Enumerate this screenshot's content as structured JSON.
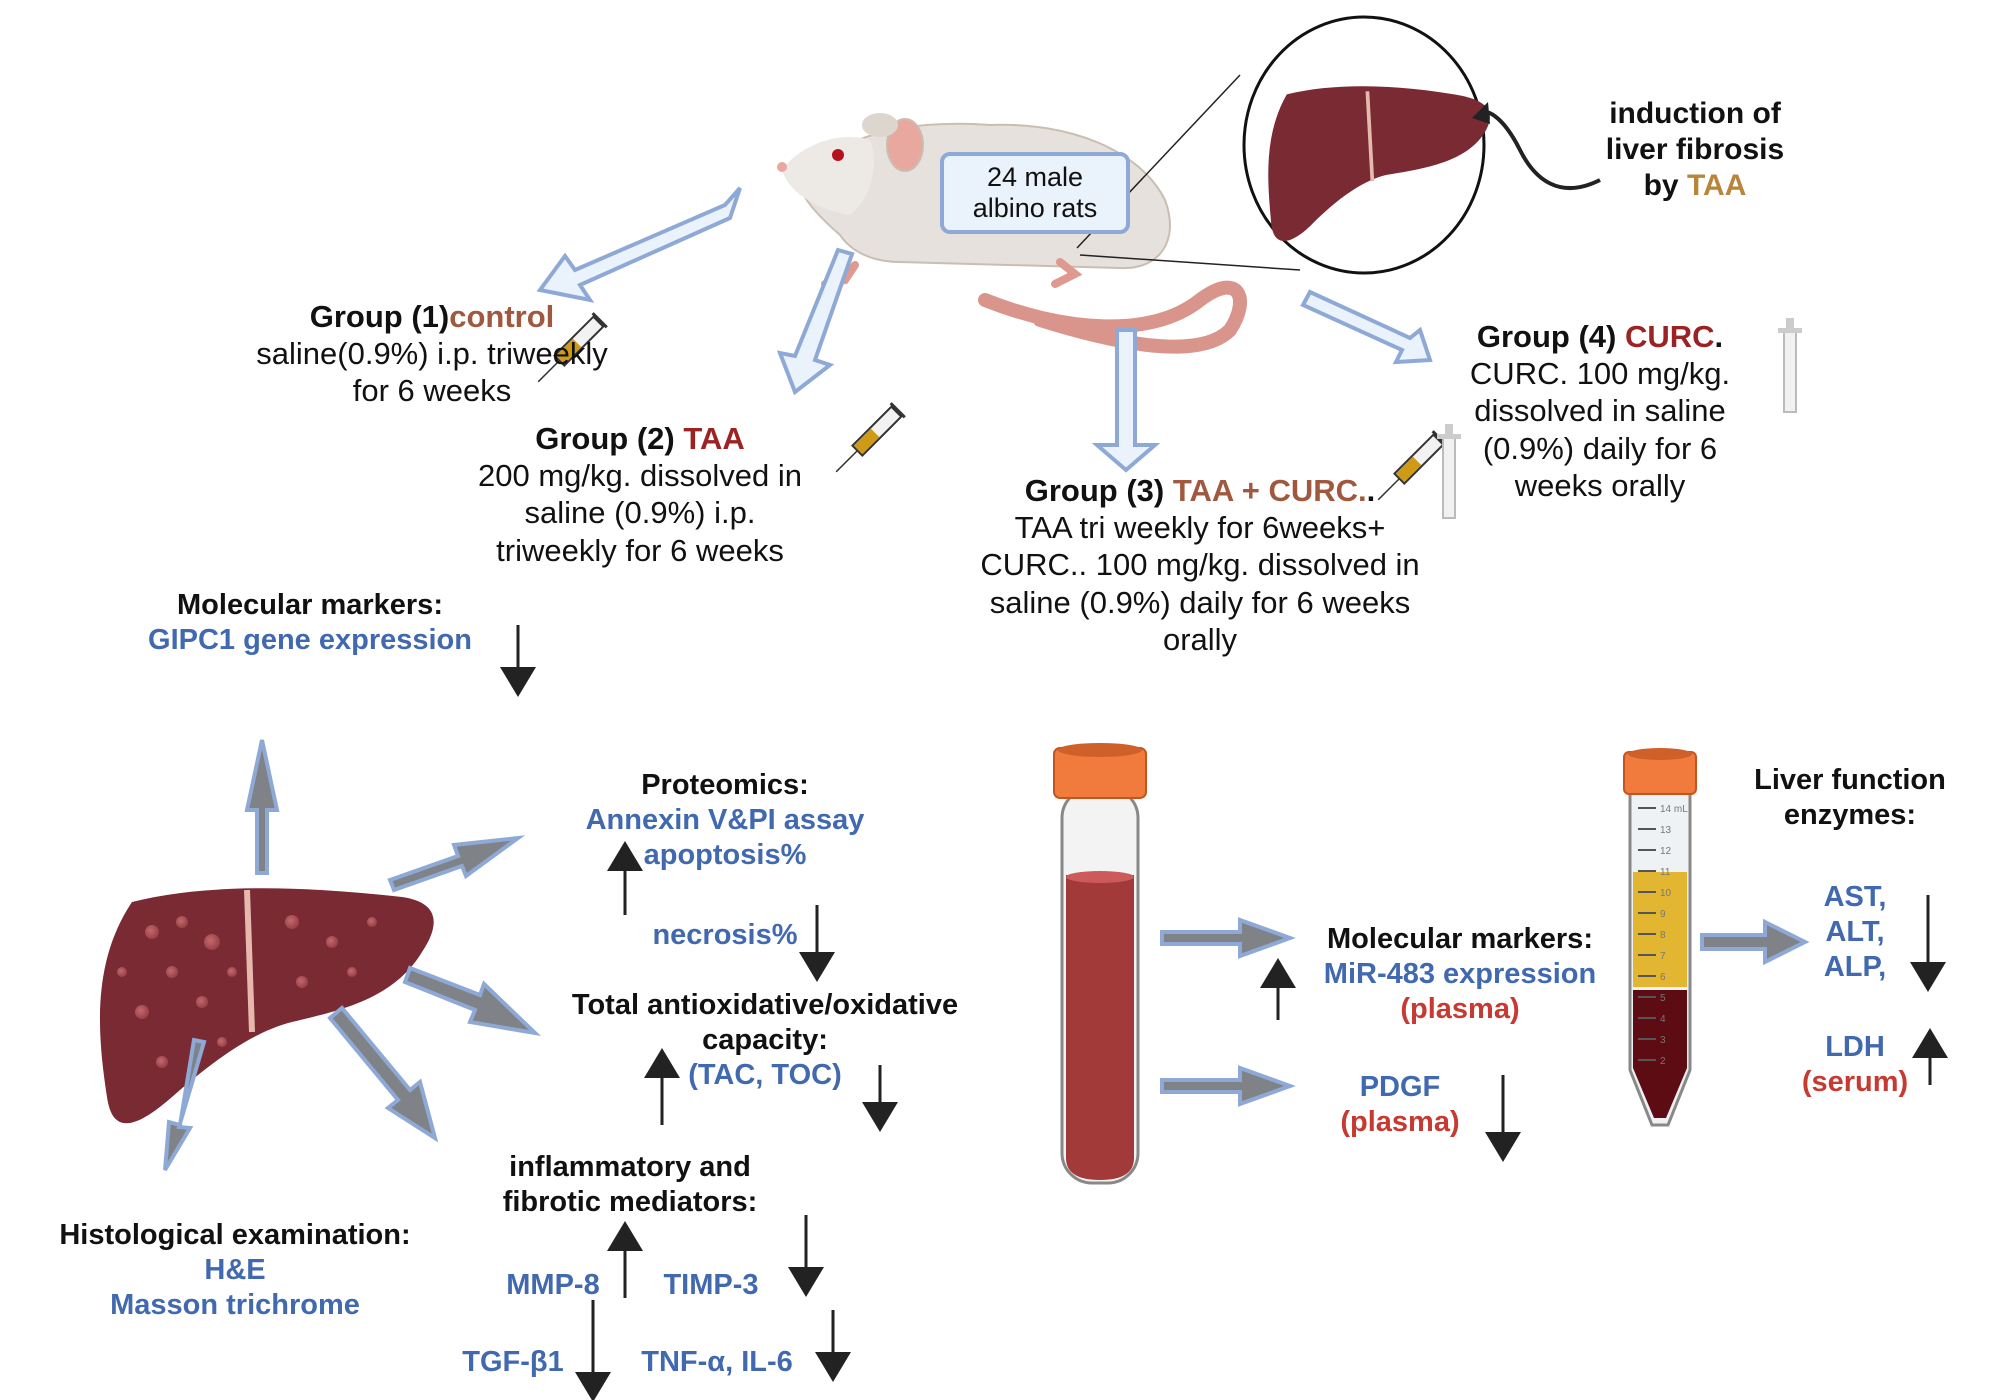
{
  "rat_label": {
    "line1": "24 male",
    "line2": "albino rats"
  },
  "induction": {
    "line1": "induction of",
    "line2": "liver fibrosis",
    "line3_prefix": "by ",
    "line3_highlight": "TAA"
  },
  "groups": [
    {
      "title_prefix": "Group (1)",
      "title_highlight": "control",
      "lines": [
        "saline(0.9%) i.p. triweekly",
        "for 6 weeks"
      ]
    },
    {
      "title_prefix": "Group (2) ",
      "title_highlight": "TAA",
      "lines": [
        "200 mg/kg. dissolved in",
        "saline (0.9%)  i.p.",
        "triweekly for 6 weeks"
      ]
    },
    {
      "title_prefix": "Group (3) ",
      "title_highlight": "TAA + CURC.",
      "title_suffix": ".",
      "lines": [
        "TAA tri weekly for 6weeks+",
        "CURC.. 100 mg/kg. dissolved in",
        "saline (0.9%) daily for 6 weeks",
        "orally"
      ]
    },
    {
      "title_prefix": "Group (4) ",
      "title_highlight": "CURC",
      "title_suffix": ".",
      "lines": [
        "CURC. 100 mg/kg.",
        "dissolved in saline",
        "(0.9%) daily for 6",
        "weeks orally"
      ]
    }
  ],
  "liver_outcomes": {
    "molecular": {
      "title": "Molecular markers:",
      "item": "GIPC1 gene expression",
      "trend": "down"
    },
    "proteomics": {
      "title": "Proteomics:",
      "assay": "Annexin V&PI assay",
      "apoptosis": "apoptosis%",
      "apoptosis_trend": "up",
      "necrosis": "necrosis%",
      "necrosis_trend": "down"
    },
    "oxidative": {
      "title1": "Total antioxidative/oxidative",
      "title2": "capacity:",
      "item": "(TAC, TOC)",
      "trend_tac": "up",
      "trend_toc": "down"
    },
    "inflammatory": {
      "title1": "inflammatory  and",
      "title2": "fibrotic mediators:",
      "items": [
        {
          "label": "MMP-8",
          "trend": "up"
        },
        {
          "label": "TIMP-3",
          "trend": "down"
        },
        {
          "label": "TGF-β1",
          "trend": "down"
        },
        {
          "label": "TNF-α, IL-6",
          "trend": "down"
        }
      ]
    },
    "histology": {
      "title": "Histological examination:",
      "items": [
        "H&E",
        "Masson trichrome"
      ]
    }
  },
  "plasma_outcomes": {
    "molecular": {
      "title": "Molecular markers:",
      "item": "MiR-483 expression",
      "source": "(plasma)",
      "trend": "up"
    },
    "pdgf": {
      "item": "PDGF",
      "source": "(plasma)",
      "trend": "down"
    }
  },
  "serum_outcomes": {
    "title1": "Liver function",
    "title2": "enzymes:",
    "enzymes": [
      "AST,",
      "ALT,",
      "ALP,"
    ],
    "enzymes_trend": "down",
    "ldh": "LDH",
    "source": "(serum)",
    "ldh_trend": "up"
  },
  "tube_scale": [
    "14 mL",
    "13",
    "12",
    "11",
    "10",
    "9",
    "8",
    "7",
    "6",
    "5",
    "4",
    "3",
    "2"
  ],
  "colors": {
    "arrow_fill": "#7f8387",
    "arrow_stroke": "#8fa9d6",
    "open_arrow_fill": "#eaf2fc",
    "liver": "#7a2a33",
    "blue_text": "#4169b0",
    "red_text": "#c63a32"
  }
}
